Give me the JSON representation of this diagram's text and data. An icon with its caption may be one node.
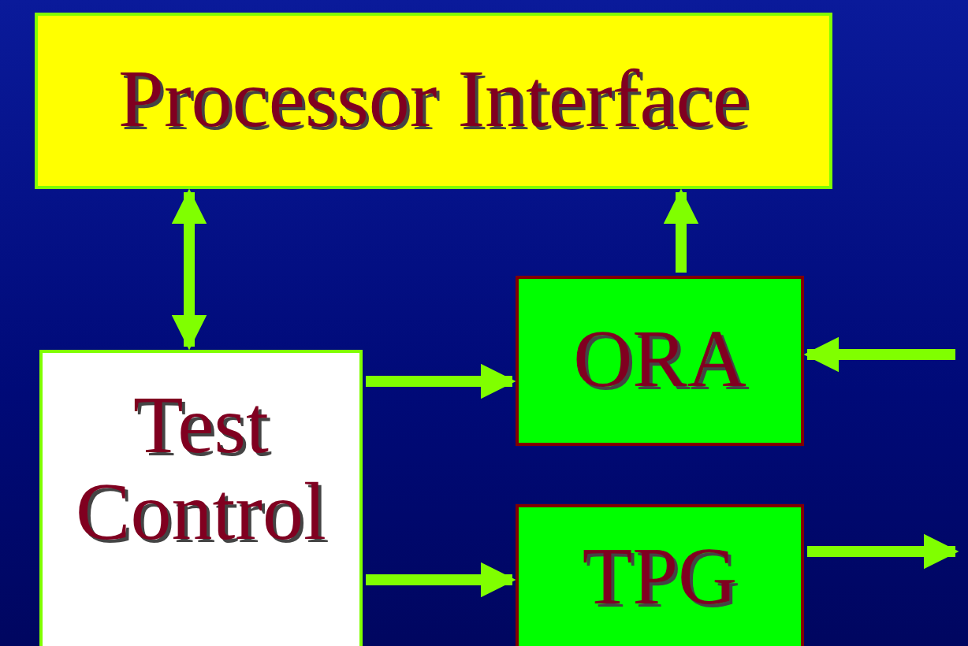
{
  "diagram": {
    "nodes": [
      {
        "text": [
          "Processor Interface"
        ]
      },
      {
        "text": [
          "Test Control"
        ]
      },
      {
        "text": [
          "ORA"
        ]
      },
      {
        "text": [
          "TPG"
        ]
      }
    ],
    "edges": [
      {
        "from": 0,
        "to": 1,
        "arrow": "both"
      },
      {
        "from": 2,
        "to": 0,
        "arrow": "to"
      },
      {
        "from": 1,
        "to": 2,
        "arrow": "to"
      },
      {
        "from": 1,
        "to": 3,
        "arrow": "to"
      },
      {
        "from": null,
        "to": 2,
        "arrow": "to"
      },
      {
        "from": 3,
        "to": null,
        "arrow": "to"
      }
    ]
  }
}
